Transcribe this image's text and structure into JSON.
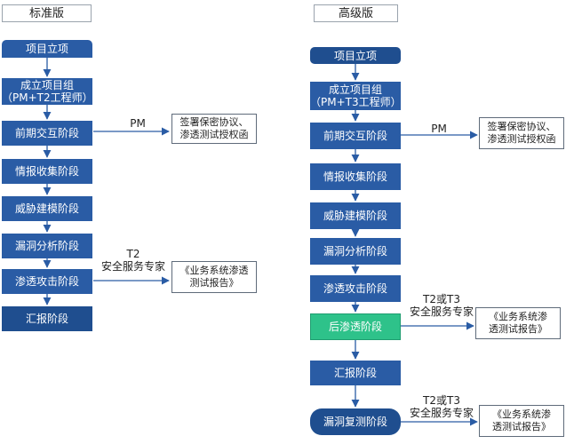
{
  "standard": {
    "title": "标准版",
    "steps": [
      "项目立项",
      "成立项目组",
      "（PM+T2工程师）",
      "前期交互阶段",
      "情报收集阶段",
      "威胁建模阶段",
      "漏洞分析阶段",
      "渗透攻击阶段",
      "汇报阶段"
    ],
    "pm_label": "PM",
    "doc1": [
      "签署保密协议、",
      "渗透测试授权函"
    ],
    "expert_label": [
      "T2",
      "安全服务专家"
    ],
    "doc2": [
      "《业务系统渗透",
      "测试报告》"
    ]
  },
  "advanced": {
    "title": "高级版",
    "steps": [
      "项目立项",
      "成立项目组",
      "（PM+T3工程师）",
      "前期交互阶段",
      "情报收集阶段",
      "威胁建模阶段",
      "漏洞分析阶段",
      "渗透攻击阶段",
      "后渗透阶段",
      "汇报阶段",
      "漏洞复测阶段"
    ],
    "pm_label": "PM",
    "doc1": [
      "签署保密协议、",
      "渗透测试授权函"
    ],
    "expert_label_1": [
      "T2或T3",
      "安全服务专家"
    ],
    "doc2": [
      "《业务系统渗",
      "透测试报告》"
    ],
    "expert_label_2": [
      "T2或T3",
      "安全服务专家"
    ],
    "doc3": [
      "《业务系统渗",
      "透测试报告》"
    ]
  },
  "colors": {
    "step_blue": "#2a5ca5",
    "post_exploit_green": "#2ec28a",
    "line": "#2a5ca5"
  }
}
